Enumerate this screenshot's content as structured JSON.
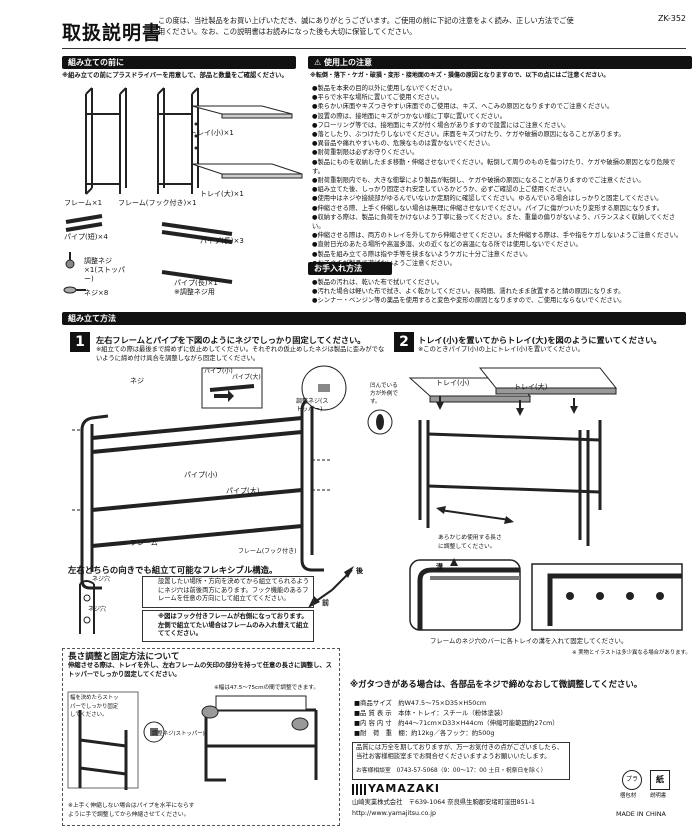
{
  "header": {
    "title": "取扱説明書",
    "intro": "この度は、当社製品をお買い上げいただき、誠にありがとうございます。ご使用の前に下記の注意をよく読み、正しい方法でご使用ください。なお、この説明書はお読みになった後も大切に保管してください。",
    "model": "ZK-352"
  },
  "sections": {
    "before": "組み立ての前に",
    "caution": "使用上の注意",
    "care": "お手入れ方法",
    "assembly": "組み立て方法"
  },
  "parts": {
    "note": "※組み立ての前にプラスドライバーを用意して、部品と数量をご確認ください。",
    "frame": "フレーム×1",
    "frame_hook": "フレーム(フック付き)×1",
    "tray_small": "トレイ(小)×1",
    "tray_large": "トレイ(大)×1",
    "pipe_short": "パイプ(短)×4",
    "pipe_long3": "パイプ(長)×3",
    "stopper": "調整ネジ×1(ストッパー)",
    "pipe_long1": "パイプ(長)×1",
    "pipe_long1_note": "※調整ネジ用",
    "screw": "ネジ×8"
  },
  "caution_lead": "※転倒・落下・ケガ・破損・変形・接地面のキズ・損傷の原因となりますので、以下の点にはご注意ください。",
  "caution_items": [
    "●製品を本来の目的以外に使用しないでください。",
    "●平らで水平な場所に置いてご使用ください。",
    "●柔らかい床面やキズつきやすい床面でのご使用は、キズ、へこみの原因となりますのでご注意ください。",
    "●設置の際は、接地面にキズがつかない様に丁寧に置いてください。",
    "●フローリング等では、接地面にキズが付く場合がありますので設置にはご注意ください。",
    "●落としたり、ぶつけたりしないでください。床面をキズつけたり、ケガや破損の原因になることがあります。",
    "●異音品や痛れやすいもの、危険なものは置かないでください。",
    "●耐荷重制限は必ずお守りください。",
    "●製品にものを収納したまま移動・伸縮させないでください。転倒して周りのものを傷つけたり、ケガや破損の原因となり危険です。",
    "●耐荷重制限内でも、大きな衝撃により製品が転倒し、ケガや破損の原因になることがありますのでご注意ください。",
    "●組み立てた後、しっかり固定され安定しているかどうか、必ずご確認の上ご使用ください。",
    "●使用中はネジや接続部がゆるんでいないか定期的に確認してください。ゆるんでいる場合はしっかりと固定してください。",
    "●伸縮させる際、上手く伸縮しない場合は無理に伸縮させないでください。パイプに傷がついたり変形する原因になります。",
    "●収納する際は、製品に負荷をかけないよう丁寧に扱ってください。また、重量の偏りがないよう、バランスよく収納してください。",
    "●伸縮させる際は、両方のトレイを外してから伸縮させてください。また伸縮する際は、手や指をケガしないようご注意ください。",
    "●直射日光のあたる場所や高温多湿、火の近くなどの高温になる所では使用しないでください。",
    "●製品を組み立てる際は指や手等を挟まないようケガに十分ご注意ください。",
    "●お子さまが製品で遊ばないようご注意ください。"
  ],
  "care_items": [
    "●製品の汚れは、乾いた布で拭いてください。",
    "●汚れた場合は軽いた布で拭き、よく乾かしてください。長時間、濡れたまま放置すると錆の原因になります。",
    "●シンナー・ベンジン等の薬品を使用すると変色や変形の原因となりますので、ご使用にならないでください。"
  ],
  "step1": {
    "num": "1",
    "title": "左右フレームとパイプを下図のようにネジでしっかり固定してください。",
    "note": "※組立ての際は最後まで締めずに仮止めしてください。それぞれの仮止めしたネジは製品に歪みがでないように締め付け具合を調整しながら固定してください。",
    "label_screw": "ネジ",
    "label_pipe_small_top": "パイプ(小)",
    "label_pipe_large_top": "パイプ(大)",
    "label_adjust": "調整ネジ(ストッパー)",
    "label_recess": "凹んでいる方が外側です。",
    "label_pipe_small": "パイプ(小)",
    "label_pipe_large": "パイプ(大)",
    "label_frame": "フレーム",
    "label_frame_hook": "フレーム(フック付き)",
    "label_back": "後",
    "label_front": "前"
  },
  "flex": {
    "title": "左右どちらの向きでも組立て可能なフレキシブル構造。",
    "label_screw_a": "ネジ穴",
    "label_screw_b": "ネジ穴",
    "note1": "設置したい場所・方向を決めてから組立てられるようにネジ穴は前後両方にあります。フック機能のあるフレームを任意の方向にして組立ててください。",
    "note2": "※図はフック付きフレームが右側になっております。左側で組立てたい場合はフレームのみ入れ替えて組立ててください。"
  },
  "step2": {
    "num": "2",
    "title": "トレイ(小)を置いてからトレイ(大)を図のように置いてください。",
    "note": "※このときパイプ(小)の上にトレイ(小)を置いてください。",
    "tray_small": "トレイ(小)",
    "tray_large": "トレイ(大)",
    "adjust_note": "あらかじめ使用する長さに調整してください。",
    "groove": "溝",
    "caption": "フレームのネジ穴のバーに各トレイの溝を入れて固定してください。",
    "illust_note": "※ 実物とイラストは多少異なる場合があります。"
  },
  "length": {
    "title": "長さ調整と固定方法について",
    "desc": "伸縮させる際は、トレイを外し、左右フレームの矢印の部分を持って任意の長さに調整し、ストッパーでしっかり固定してください。",
    "range": "※幅は47.5〜75cmの間で調整できます。",
    "inner1": "幅を決めたらストッパーでしっかり固定してください。",
    "inner2": "調整ネジ(ストッパー)",
    "bottom": "※上手く伸縮しない場合はパイプを水平にならすように手で調整してから伸縮させてください。"
  },
  "wobble": "※ガタつきがある場合は、各部品をネジで締めなおして微調整してください。",
  "specs": [
    "■商品サイズ　約W47.5〜75×D35×H50cm",
    "■品 質 表 示　本体・トレイ：スチール（粉体塗装）",
    "■内 容 内 寸　約44〜71cm×D33×H44cm（伸縮可能範囲約27cm）",
    "■耐　荷　重　棚：約12kg／各フック：約500g"
  ],
  "support": "品質には万全を期しておりますが、万一お気付きの点がございましたら、当社お客様相談室までお問合せくださいますようお願いいたします。",
  "support_tel": "お客様相談室　0743-57-5068（9：00〜17：00 土日・祝祭日を除く）",
  "company": {
    "brand": "YAMAZAKI",
    "name": "山崎実業株式会社　〒639-1064 奈良県生駒郡安堵町窪田851-1",
    "url": "http://www.yamajitsu.co.jp"
  },
  "marks": {
    "plastic": "プラ",
    "plastic_label": "梱包材",
    "paper": "紙",
    "paper_label": "説明書",
    "origin": "MADE IN CHINA"
  }
}
